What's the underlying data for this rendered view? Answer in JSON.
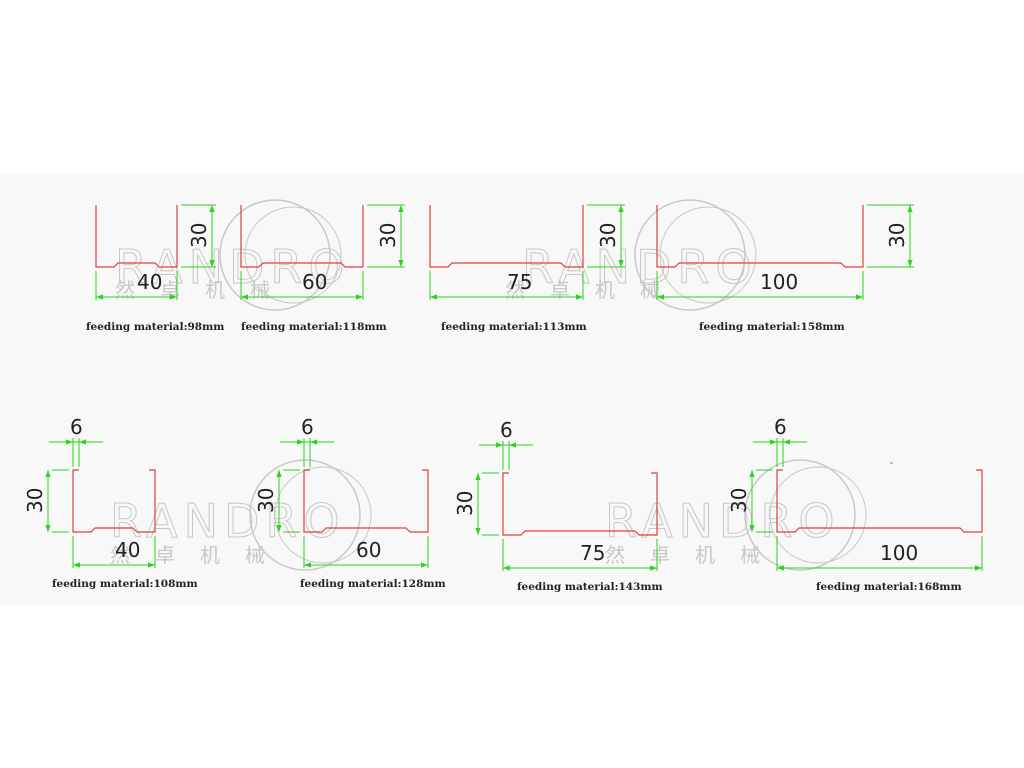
{
  "watermark": {
    "brand": "RANDRO",
    "chinese": [
      "然",
      "卓",
      "机",
      "械"
    ]
  },
  "colors": {
    "profile": "#e0403a",
    "dimension": "#2bd41c",
    "watermark": "#c8c8c8"
  },
  "profiles": [
    {
      "id": "u40",
      "type": "U",
      "height": "30",
      "width": "40",
      "feed": "feeding material:98mm"
    },
    {
      "id": "u60",
      "type": "U",
      "height": "30",
      "width": "60",
      "feed": "feeding material:118mm"
    },
    {
      "id": "u75",
      "type": "U",
      "height": "30",
      "width": "75",
      "feed": "feeding material:113mm"
    },
    {
      "id": "u100",
      "type": "U",
      "height": "30",
      "width": "100",
      "feed": "feeding material:158mm"
    },
    {
      "id": "c40",
      "type": "C",
      "height": "30",
      "width": "40",
      "lip": "6",
      "feed": "feeding material:108mm"
    },
    {
      "id": "c60",
      "type": "C",
      "height": "30",
      "width": "60",
      "lip": "6",
      "feed": "feeding material:128mm"
    },
    {
      "id": "c75",
      "type": "C",
      "height": "30",
      "width": "75",
      "lip": "6",
      "feed": "feeding material:143mm"
    },
    {
      "id": "c100",
      "type": "C",
      "height": "30",
      "width": "100",
      "lip": "6",
      "feed": "feeding material:168mm"
    }
  ]
}
